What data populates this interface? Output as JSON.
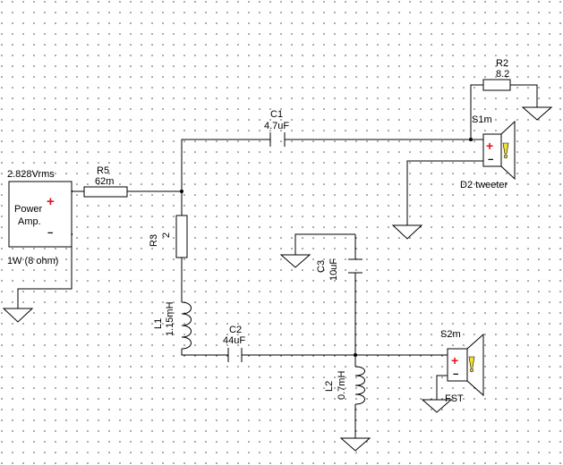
{
  "source": {
    "voltage": "2.828Vrms",
    "name_line1": "Power",
    "name_line2": "Amp.",
    "rating": "1W (8 ohm)",
    "plus_sign": "+",
    "minus_sign": "−"
  },
  "components": {
    "R5": {
      "name": "R5",
      "value": "62m"
    },
    "R3": {
      "name": "R3",
      "value": "2"
    },
    "C1": {
      "name": "C1",
      "value": "4.7uF"
    },
    "R2": {
      "name": "R2",
      "value": "8.2"
    },
    "L1": {
      "name": "L1",
      "value": "1.15mH"
    },
    "C2": {
      "name": "C2",
      "value": "44uF"
    },
    "C3": {
      "name": "C3",
      "value": "10uF"
    },
    "L2": {
      "name": "L2",
      "value": "0.7mH"
    }
  },
  "speakers": {
    "S1": {
      "name": "S1m",
      "caption": "D2 tweeter",
      "plus_sign": "+",
      "minus_sign": "−"
    },
    "S2": {
      "name": "S2m",
      "caption": "FST",
      "plus_sign": "+",
      "minus_sign": "−"
    }
  }
}
